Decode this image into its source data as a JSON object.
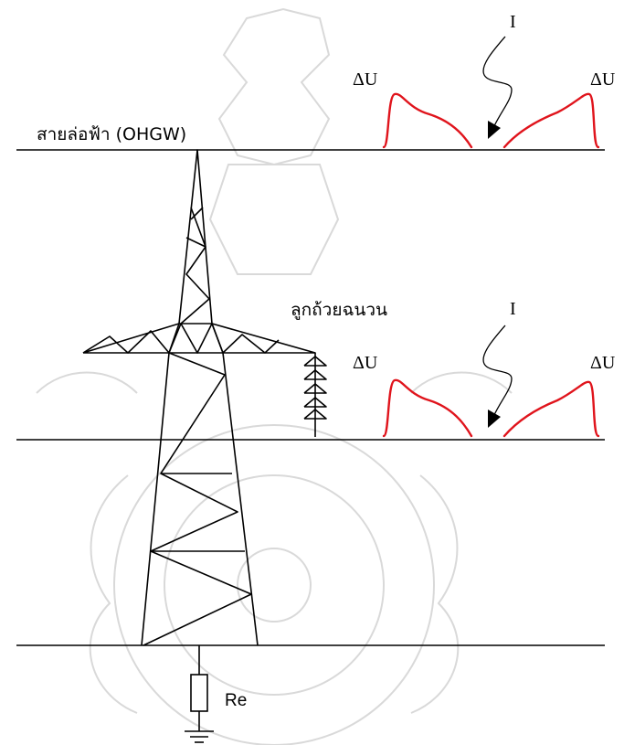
{
  "diagram": {
    "labels": {
      "ground_wire": "สายล่อฟ้า (OHGW)",
      "insulator": "ลูกถ้วยฉนวน",
      "current_top": "I",
      "current_mid": "I",
      "delta_u_top_left": "ΔU",
      "delta_u_top_right": "ΔU",
      "delta_u_mid_left": "ΔU",
      "delta_u_mid_right": "ΔU",
      "resistor": "Re"
    },
    "colors": {
      "wave": "#e0141c",
      "lines": "#000000",
      "watermark": "#d9d9d9"
    },
    "icons": {
      "resistor": "resistor-icon",
      "ground": "ground-icon",
      "insulator": "insulator-icon"
    }
  }
}
